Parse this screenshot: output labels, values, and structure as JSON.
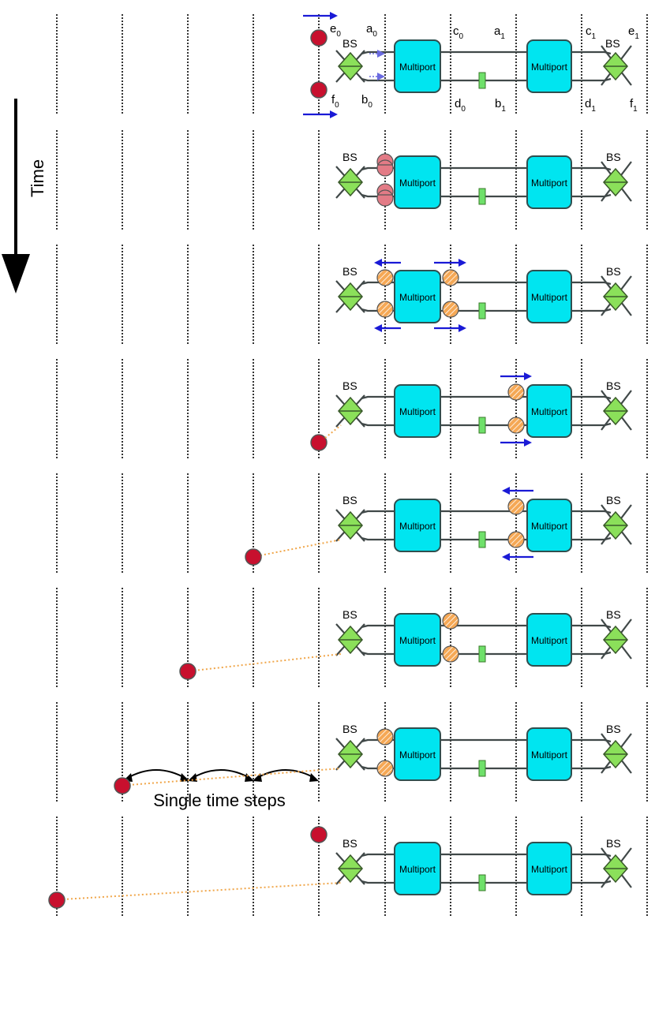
{
  "time_label": "Time",
  "steps_caption": "Single time steps",
  "multiport_label": "Multiport",
  "beam_splitter_label": "BS",
  "port_labels": {
    "e0": {
      "base": "e",
      "sub": "0"
    },
    "a0": {
      "base": "a",
      "sub": "0"
    },
    "c0": {
      "base": "c",
      "sub": "0"
    },
    "a1": {
      "base": "a",
      "sub": "1"
    },
    "c1": {
      "base": "c",
      "sub": "1"
    },
    "e1": {
      "base": "e",
      "sub": "1"
    },
    "f0": {
      "base": "f",
      "sub": "0"
    },
    "b0": {
      "base": "b",
      "sub": "0"
    },
    "d0": {
      "base": "d",
      "sub": "0"
    },
    "b1": {
      "base": "b",
      "sub": "1"
    },
    "d1": {
      "base": "d",
      "sub": "1"
    },
    "f1": {
      "base": "f",
      "sub": "1"
    }
  },
  "colors": {
    "dotted_line": "#333333",
    "wire": "#404848",
    "multiport_fill": "#00e5f0",
    "multiport_stroke": "#2f4f4f",
    "bs_fill": "#8be05a",
    "phase_fill": "#6fe06a",
    "photon": "#c8102e",
    "excitation_fill": "#f5a855",
    "absorbed_photon": "#e37b86",
    "arrow_blue": "#1a1ad6",
    "trail": "#f0a64a"
  },
  "icons": [
    "beam-splitter-icon",
    "multiport-icon",
    "phase-shifter-icon",
    "photon-icon",
    "excitation-icon",
    "direction-arrow-icon",
    "time-arrow-icon",
    "step-arrow-icon"
  ]
}
